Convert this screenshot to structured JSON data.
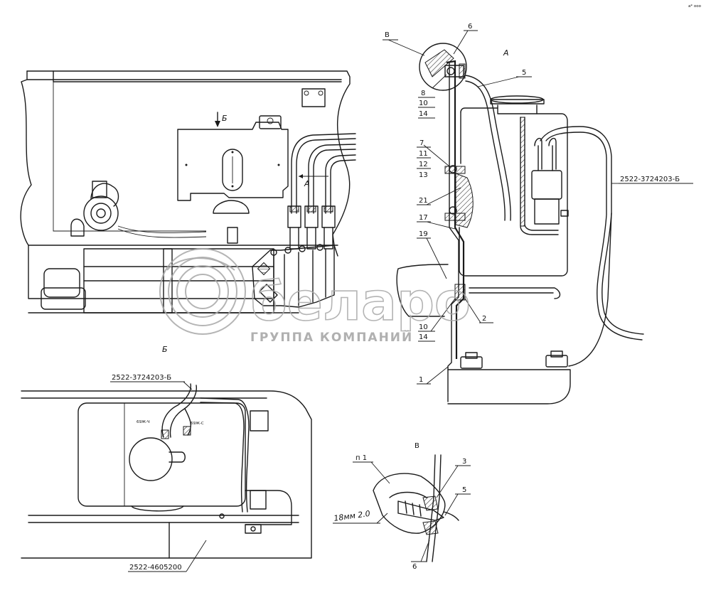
{
  "views": {
    "view_a_label": "A",
    "view_b_arrow": "Б",
    "view_a_arrow": "A",
    "view_b_label": "Б",
    "view_v_label": "В",
    "view_v_callout": "В"
  },
  "callouts": {
    "c6": "6",
    "c8": "8",
    "c10": "10",
    "c14": "14",
    "c5": "5",
    "c7": "7",
    "c11": "11",
    "c12": "12",
    "c13": "13",
    "c21": "21",
    "c17": "17",
    "c19": "19",
    "c2": "2",
    "c10b": "10",
    "c14b": "14",
    "c1": "1",
    "c3": "3",
    "c5b": "5",
    "c6b": "6",
    "p1": "п 1"
  },
  "part_numbers": {
    "harness_a": "2522-3724203-Б",
    "harness_b": "2522-3724203-Б",
    "bracket": "2522-4605200"
  },
  "notes": {
    "rotated": "18мм 2.0",
    "marking_left": "69Ж-Ч",
    "marking_right": "69Ж-С",
    "corner_mark": "a* ooo"
  },
  "watermark": {
    "brand": "белаpo",
    "subtitle": "ГРУППА КОМПАНИЙ"
  },
  "colors": {
    "line": "#1a1a1a",
    "watermark": "#a8a8a8",
    "background": "#ffffff"
  }
}
